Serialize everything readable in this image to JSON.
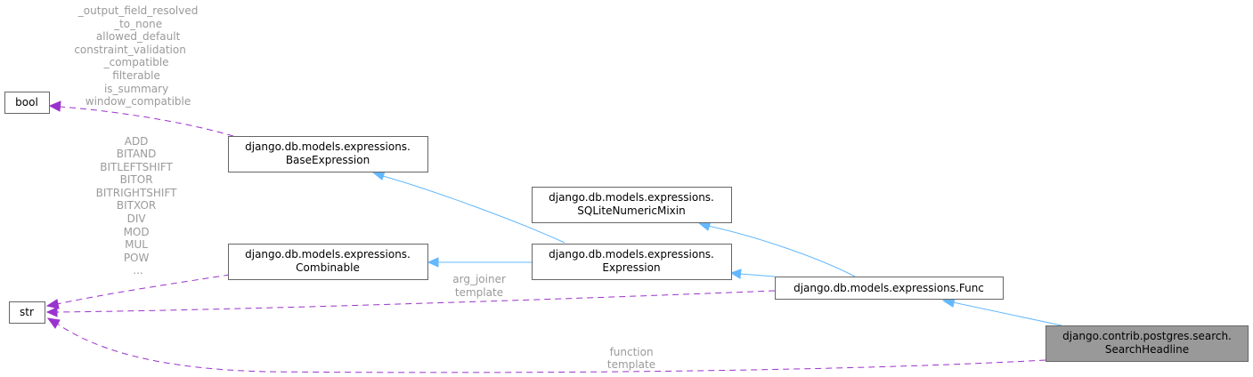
{
  "nodes": {
    "bool": {
      "label": "bool"
    },
    "str": {
      "label": "str"
    },
    "base_expression": {
      "line1": "django.db.models.expressions.",
      "line2": "BaseExpression"
    },
    "combinable": {
      "line1": "django.db.models.expressions.",
      "line2": "Combinable"
    },
    "sqlite_mixin": {
      "line1": "django.db.models.expressions.",
      "line2": "SQLiteNumericMixin"
    },
    "expression": {
      "line1": "django.db.models.expressions.",
      "line2": "Expression"
    },
    "func": {
      "label": "django.db.models.expressions.Func"
    },
    "search_headline": {
      "line1": "django.contrib.postgres.search.",
      "line2": "SearchHeadline"
    }
  },
  "edge_labels": {
    "base_to_bool": [
      "_output_field_resolved",
      "_to_none",
      "allowed_default",
      "constraint_validation",
      "_compatible",
      "filterable",
      "is_summary",
      "window_compatible"
    ],
    "combinable_to_str": [
      "ADD",
      "BITAND",
      "BITLEFTSHIFT",
      "BITOR",
      "BITRIGHTSHIFT",
      "BITXOR",
      "DIV",
      "MOD",
      "MUL",
      "POW",
      "..."
    ],
    "func_to_str": [
      "arg_joiner",
      "template"
    ],
    "headline_to_str": [
      "function",
      "template"
    ]
  },
  "colors": {
    "inheritance_edge": "#63b8ff",
    "usage_edge": "#9a32cd",
    "highlight_node": "#999999",
    "edge_label_text": "#9a9a9a"
  }
}
